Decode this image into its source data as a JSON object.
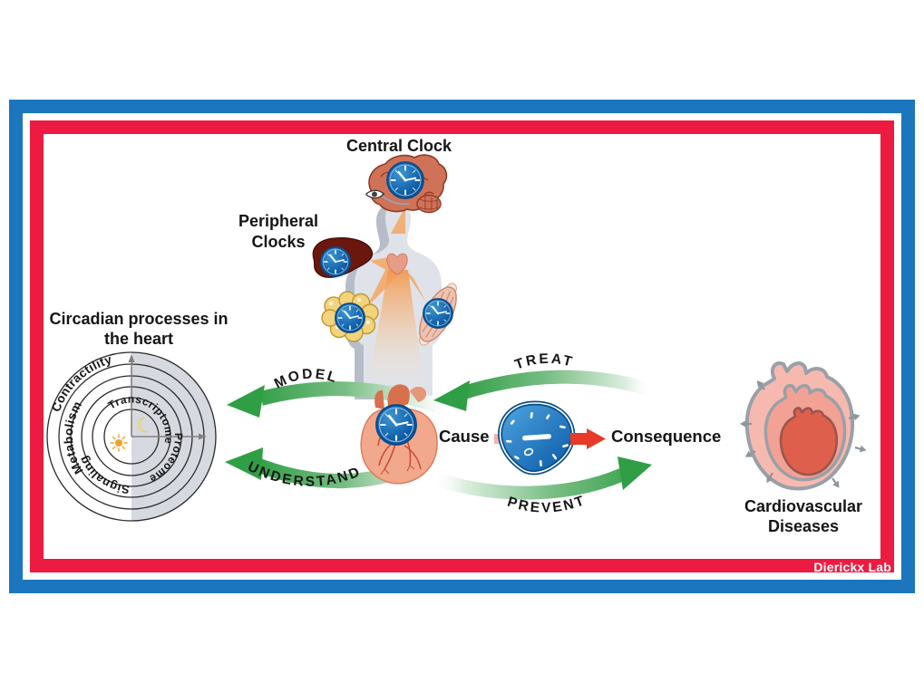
{
  "figure": {
    "central_clock_label": "Central Clock",
    "peripheral_clocks_label": "Peripheral Clocks",
    "circadian_title": "Circadian processes in the heart",
    "ring_labels": {
      "contractility": "Contractility",
      "metabolism": "Metabolism",
      "signaling": "Signaling",
      "transcriptome": "Transcriptome",
      "proteome": "Proteome"
    },
    "process_arrows": {
      "model": "MODEL",
      "understand": "UNDERSTAND",
      "treat": "TREAT",
      "prevent": "PREVENT"
    },
    "cause_label": "Cause",
    "consequence_label": "Consequence",
    "cardiovascular_label": "Cardiovascular Diseases",
    "watermark": "Dierickx Lab"
  },
  "colors": {
    "frame_blue": "#1c76bd",
    "frame_red": "#ed1b41",
    "arrow_green": "#2f9e44",
    "clock_blue": "#0d5ca6",
    "heart_salmon": "#f2a88d",
    "diseased_heart_pink": "#f6b9b0",
    "consequence_arrow_red": "#e73a28",
    "night_shade_gray": "#d3d5de",
    "beam_orange": "#f5a763"
  },
  "icons": {
    "clock": "analog-clock-face",
    "brain": "brain-with-clock",
    "eye": "eye-light-input",
    "liver": "liver-with-clock",
    "adipose": "fat-tissue-with-clock",
    "muscle": "skeletal-muscle-with-clock",
    "body": "human-body-silhouette",
    "heart": "anatomical-heart-with-clock",
    "sun": "sun-day-half",
    "moon": "moon-night-half",
    "broken_clock": "distorted-clock-dysfunction",
    "diseased_heart": "dilated-hypertrophic-heart"
  }
}
